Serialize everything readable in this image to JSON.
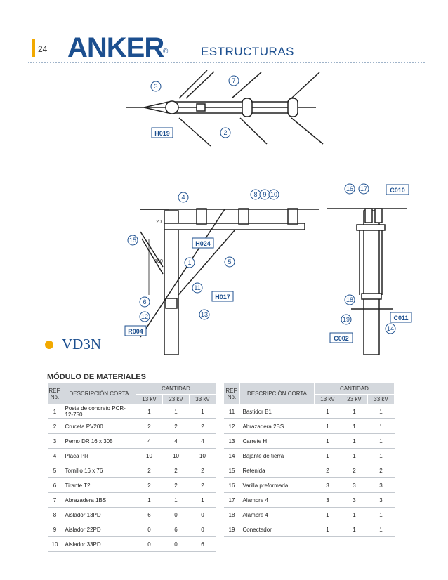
{
  "header": {
    "page_number": "24",
    "logo": "ANKER",
    "logo_reg": "®",
    "section": "ESTRUCTURAS"
  },
  "diagram": {
    "callouts_top": [
      "3",
      "7",
      "2"
    ],
    "codes_top": [
      "H019"
    ],
    "callouts_mid": [
      "4",
      "8",
      "9",
      "10",
      "16",
      "17",
      "15",
      "1",
      "5",
      "11",
      "6",
      "12",
      "13",
      "18",
      "19",
      "14"
    ],
    "codes_mid": [
      "C010",
      "H024",
      "H017",
      "C011",
      "R004",
      "C002"
    ],
    "dims": [
      "20",
      "100"
    ]
  },
  "title": "VD3N",
  "modulo": "MÓDULO DE MATERIALES",
  "table_headers": {
    "ref": "REF.",
    "no": "No.",
    "desc": "DESCRIPCIÓN CORTA",
    "cant": "CANTIDAD",
    "kv": [
      "13 kV",
      "23 kV",
      "33 kV"
    ]
  },
  "table_left": [
    {
      "ref": "1",
      "desc": "Poste de concreto PCR-12-750",
      "v": [
        "1",
        "1",
        "1"
      ]
    },
    {
      "ref": "2",
      "desc": "Cruceta PV200",
      "v": [
        "2",
        "2",
        "2"
      ]
    },
    {
      "ref": "3",
      "desc": "Perno DR 16 x 305",
      "v": [
        "4",
        "4",
        "4"
      ]
    },
    {
      "ref": "4",
      "desc": "Placa PR",
      "v": [
        "10",
        "10",
        "10"
      ]
    },
    {
      "ref": "5",
      "desc": "Tornillo 16 x 76",
      "v": [
        "2",
        "2",
        "2"
      ]
    },
    {
      "ref": "6",
      "desc": "Tirante T2",
      "v": [
        "2",
        "2",
        "2"
      ]
    },
    {
      "ref": "7",
      "desc": "Abrazadera 1BS",
      "v": [
        "1",
        "1",
        "1"
      ]
    },
    {
      "ref": "8",
      "desc": "Aislador 13PD",
      "v": [
        "6",
        "0",
        "0"
      ]
    },
    {
      "ref": "9",
      "desc": "Aislador 22PD",
      "v": [
        "0",
        "6",
        "0"
      ]
    },
    {
      "ref": "10",
      "desc": "Aislador 33PD",
      "v": [
        "0",
        "0",
        "6"
      ]
    }
  ],
  "table_right": [
    {
      "ref": "11",
      "desc": "Bastidor B1",
      "v": [
        "1",
        "1",
        "1"
      ]
    },
    {
      "ref": "12",
      "desc": "Abrazadera 2BS",
      "v": [
        "1",
        "1",
        "1"
      ]
    },
    {
      "ref": "13",
      "desc": "Carrete H",
      "v": [
        "1",
        "1",
        "1"
      ]
    },
    {
      "ref": "14",
      "desc": "Bajante de tierra",
      "v": [
        "1",
        "1",
        "1"
      ]
    },
    {
      "ref": "15",
      "desc": "Retenida",
      "v": [
        "2",
        "2",
        "2"
      ]
    },
    {
      "ref": "16",
      "desc": "Varilla preformada",
      "v": [
        "3",
        "3",
        "3"
      ]
    },
    {
      "ref": "17",
      "desc": "Alambre 4",
      "v": [
        "3",
        "3",
        "3"
      ]
    },
    {
      "ref": "18",
      "desc": "Alambre 4",
      "v": [
        "1",
        "1",
        "1"
      ]
    },
    {
      "ref": "19",
      "desc": "Conectador",
      "v": [
        "1",
        "1",
        "1"
      ]
    }
  ]
}
